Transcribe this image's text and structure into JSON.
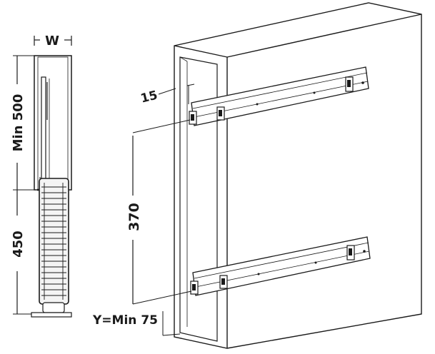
{
  "dimensions": {
    "width_label": "W",
    "min_height_label": "Min 500",
    "basket_height_label": "450",
    "rail_offset_label": "15",
    "rail_spacing_label": "370",
    "bottom_clearance_label": "Y=Min 75"
  },
  "colors": {
    "line": "#1a1a1a",
    "rail_fill": "#ffffff",
    "basket_fill": "#f4f4f4"
  }
}
